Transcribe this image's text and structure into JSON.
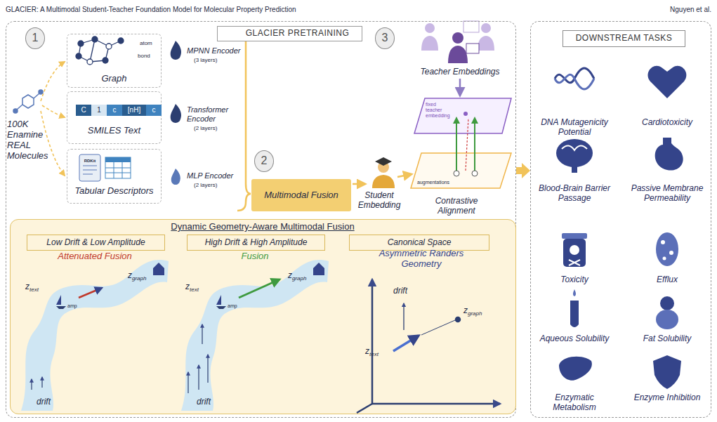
{
  "diagram": {
    "nodes": [
      {
        "text": [
          "GLACIER PRETRAINING"
        ]
      },
      {
        "text": [
          "1"
        ],
        "in": 0
      },
      {
        "text": [
          "Graph",
          "atom",
          "bond"
        ],
        "in": 0
      },
      {
        "text": [
          "C",
          "1",
          "c",
          "[nH]",
          "c",
          "SMILES Text"
        ],
        "in": 0
      },
      {
        "text": [
          "RDKit",
          "Tabular Descriptors"
        ],
        "in": 0
      },
      {
        "text": [
          "2"
        ],
        "in": 0
      },
      {
        "text": [
          "Multimodal Fusion"
        ],
        "in": 0
      },
      {
        "text": [
          "3"
        ],
        "in": 0
      },
      {
        "text": [
          "Dynamic Geometry-Aware Multimodal Fusion"
        ],
        "in": 0
      },
      {
        "text": [
          "Low Drift & Low Amplitude"
        ],
        "in": 8
      },
      {
        "text": [
          "High Drift & High Amplitude"
        ],
        "in": 8
      },
      {
        "text": [
          "Canonical Space"
        ],
        "in": 8
      },
      {
        "text": [
          "DOWNSTREAM TASKS"
        ]
      }
    ],
    "edges": [
      {
        "from": 0,
        "to": 12,
        "arrow": "to"
      }
    ],
    "labels": [
      "GLACIER: A Multimodal Student-Teacher Foundation Model for Molecular Property Prediction",
      "Nguyen et al.",
      "100K Enamine REAL Molecules",
      "MPNN Encoder",
      "(3 layers)",
      "Transformer Encoder",
      "(2 layers)",
      "MLP Encoder",
      "(2 layers)",
      "Student Embedding",
      "Teacher Embeddings",
      "fixed teacher embedding",
      "augmentations",
      "Contrastive Alignment",
      "Attenuated Fusion",
      "ztext",
      "zgraph",
      "amp",
      "drift",
      "Fusion",
      "ztext",
      "zgraph",
      "amp",
      "drift",
      "Asymmetric Randers Geometry",
      "drift",
      "zgraph",
      "ztext",
      "DNA Mutagenicity Potential",
      "Cardiotoxicity",
      "Blood-Brain Barrier Passage",
      "Passive Membrane Permeability",
      "Toxicity",
      "Efflux",
      "Aqueous Solubility",
      "Fat Solubility",
      "Enzymatic Metabolism",
      "Enzyme Inhibition"
    ]
  }
}
